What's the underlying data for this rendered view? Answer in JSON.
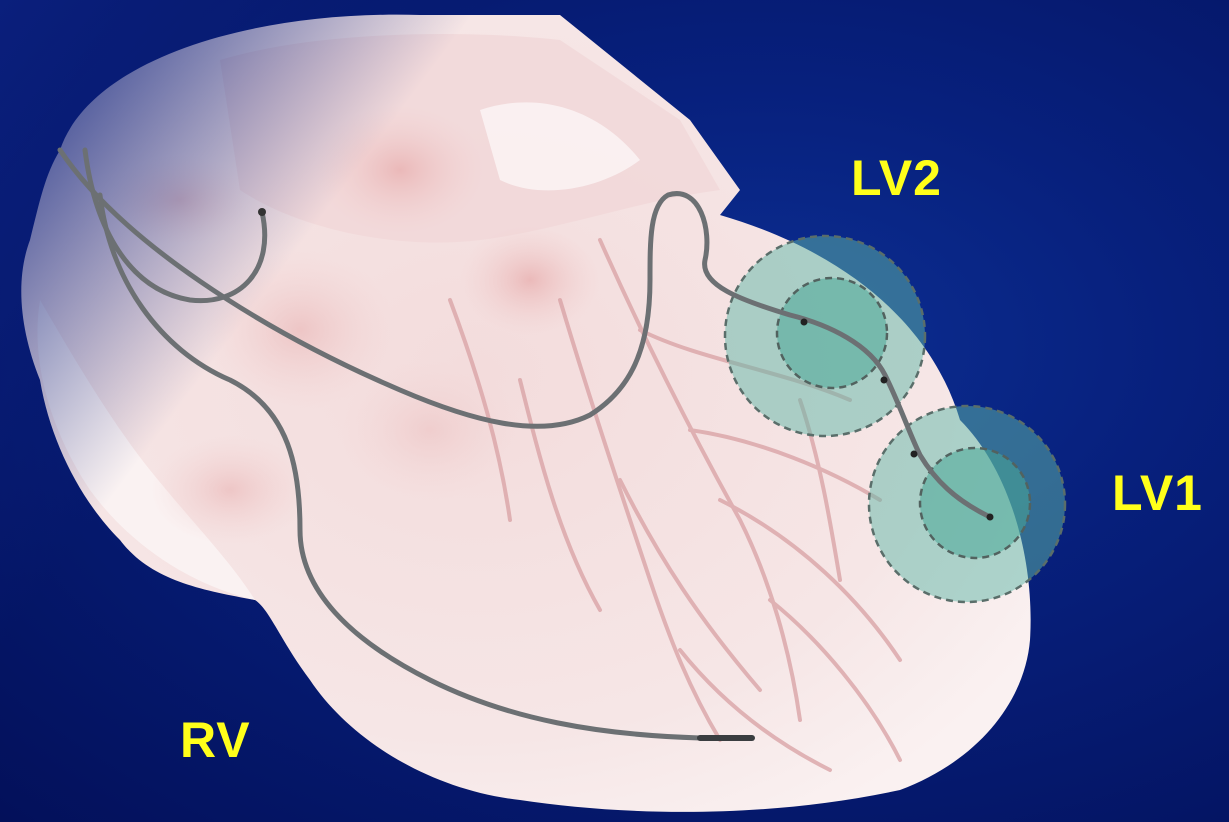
{
  "labels": {
    "lv2": "LV2",
    "lv1": "LV1",
    "rv": "RV"
  },
  "colors": {
    "background": "#07207d",
    "label": "#ffff1a",
    "heart_tissue": "#f6e3e4",
    "pacing_zone": "#5fb8a8",
    "lead_wire": "#6c7073"
  },
  "icons": {
    "heart": "heart-illustration-icon",
    "lead": "pacing-lead-icon",
    "zone": "pacing-zone-icon"
  }
}
